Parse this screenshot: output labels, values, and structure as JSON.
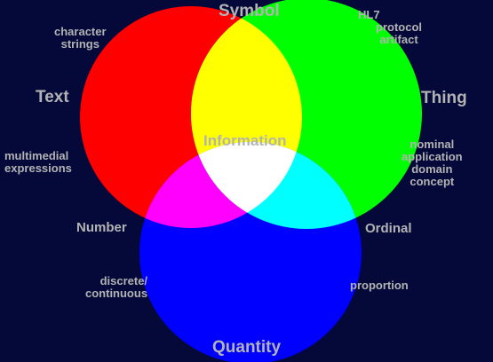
{
  "diagram": {
    "colors": {
      "background": "#05093a",
      "red": "#ff0000",
      "green": "#00ff00",
      "blue": "#0000ff",
      "yellow": "#ffff00",
      "magenta": "#ff00ff",
      "cyan": "#00ffff",
      "white": "#ffffff",
      "label": "#b3b3b3"
    },
    "circles": {
      "red": "Text",
      "green": "Thing",
      "blue": "Quantity"
    },
    "labels": {
      "text": "Text",
      "thing": "Thing",
      "quantity": "Quantity",
      "symbol": "Symbol",
      "number": "Number",
      "ordinal": "Ordinal",
      "information": "Information"
    },
    "annotations": {
      "character_strings": "character\nstrings",
      "multimedial_expressions": "multimedial\nexpressions",
      "hl7": "HL7",
      "protocol_artifact": "protocol\nartifact",
      "nominal_application_domain_concept": "nominal\napplication\ndomain\nconcept",
      "discrete_continuous": "discrete/\ncontinuous",
      "proportion": "proportion"
    }
  }
}
